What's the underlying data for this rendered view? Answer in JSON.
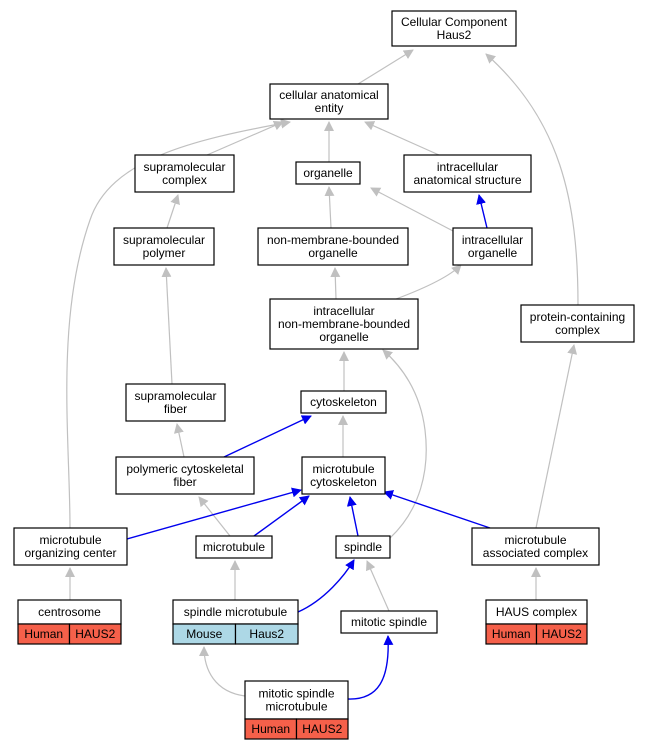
{
  "colors": {
    "edge_gray": "#c0c0c0",
    "edge_blue": "#0000ee",
    "human": "#f5604a",
    "mouse": "#add8e6"
  },
  "nodes": {
    "root": {
      "lines": [
        "Cellular Component",
        "Haus2"
      ]
    },
    "cae": {
      "lines": [
        "cellular anatomical",
        "entity"
      ]
    },
    "supcomplex": {
      "lines": [
        "supramolecular",
        "complex"
      ]
    },
    "organelle": {
      "lines": [
        "organelle"
      ]
    },
    "ias": {
      "lines": [
        "intracellular",
        "anatomical structure"
      ]
    },
    "suppolymer": {
      "lines": [
        "supramolecular",
        "polymer"
      ]
    },
    "nmbo": {
      "lines": [
        "non-membrane-bounded",
        "organelle"
      ]
    },
    "intorg": {
      "lines": [
        "intracellular",
        "organelle"
      ]
    },
    "inmbo": {
      "lines": [
        "intracellular",
        "non-membrane-bounded",
        "organelle"
      ]
    },
    "pcc": {
      "lines": [
        "protein-containing",
        "complex"
      ]
    },
    "supfiber": {
      "lines": [
        "supramolecular",
        "fiber"
      ]
    },
    "cyto": {
      "lines": [
        "cytoskeleton"
      ]
    },
    "pcf": {
      "lines": [
        "polymeric cytoskeletal",
        "fiber"
      ]
    },
    "mtcyto": {
      "lines": [
        "microtubule",
        "cytoskeleton"
      ]
    },
    "mtoc": {
      "lines": [
        "microtubule",
        "organizing center"
      ]
    },
    "mt": {
      "lines": [
        "microtubule"
      ]
    },
    "spindle": {
      "lines": [
        "spindle"
      ]
    },
    "mac": {
      "lines": [
        "microtubule",
        "associated complex"
      ]
    },
    "centrosome": {
      "lines": [
        "centrosome"
      ],
      "annotation": [
        "Human",
        "HAUS2"
      ]
    },
    "spindlemt": {
      "lines": [
        "spindle microtubule"
      ],
      "annotation": [
        "Mouse",
        "Haus2"
      ]
    },
    "mitspindle": {
      "lines": [
        "mitotic spindle"
      ]
    },
    "haus": {
      "lines": [
        "HAUS complex"
      ],
      "annotation": [
        "Human",
        "HAUS2"
      ]
    },
    "msmt": {
      "lines": [
        "mitotic spindle",
        "microtubule"
      ],
      "annotation": [
        "Human",
        "HAUS2"
      ]
    }
  },
  "edges": [
    {
      "from": "cae",
      "to": "root",
      "color": "gray"
    },
    {
      "from": "pcc",
      "to": "root",
      "color": "gray"
    },
    {
      "from": "supcomplex",
      "to": "cae",
      "color": "gray"
    },
    {
      "from": "organelle",
      "to": "cae",
      "color": "gray"
    },
    {
      "from": "ias",
      "to": "cae",
      "color": "gray"
    },
    {
      "from": "mtoc",
      "to": "cae",
      "color": "gray"
    },
    {
      "from": "suppolymer",
      "to": "supcomplex",
      "color": "gray"
    },
    {
      "from": "nmbo",
      "to": "organelle",
      "color": "gray"
    },
    {
      "from": "intorg",
      "to": "organelle",
      "color": "gray"
    },
    {
      "from": "intorg",
      "to": "ias",
      "color": "blue"
    },
    {
      "from": "inmbo",
      "to": "nmbo",
      "color": "gray"
    },
    {
      "from": "inmbo",
      "to": "intorg",
      "color": "gray"
    },
    {
      "from": "supfiber",
      "to": "suppolymer",
      "color": "gray"
    },
    {
      "from": "cyto",
      "to": "inmbo",
      "color": "gray"
    },
    {
      "from": "spindle",
      "to": "inmbo",
      "color": "gray"
    },
    {
      "from": "pcf",
      "to": "supfiber",
      "color": "gray"
    },
    {
      "from": "pcf",
      "to": "cyto",
      "color": "blue"
    },
    {
      "from": "mtcyto",
      "to": "cyto",
      "color": "gray"
    },
    {
      "from": "mt",
      "to": "pcf",
      "color": "gray"
    },
    {
      "from": "mtoc",
      "to": "mtcyto",
      "color": "blue"
    },
    {
      "from": "mt",
      "to": "mtcyto",
      "color": "blue"
    },
    {
      "from": "spindle",
      "to": "mtcyto",
      "color": "blue"
    },
    {
      "from": "mac",
      "to": "mtcyto",
      "color": "blue"
    },
    {
      "from": "mac",
      "to": "pcc",
      "color": "gray"
    },
    {
      "from": "centrosome",
      "to": "mtoc",
      "color": "gray"
    },
    {
      "from": "spindlemt",
      "to": "mt",
      "color": "gray"
    },
    {
      "from": "spindlemt",
      "to": "spindle",
      "color": "blue"
    },
    {
      "from": "mitspindle",
      "to": "spindle",
      "color": "gray"
    },
    {
      "from": "haus",
      "to": "mac",
      "color": "gray"
    },
    {
      "from": "msmt",
      "to": "spindlemt",
      "color": "gray"
    },
    {
      "from": "msmt",
      "to": "mitspindle",
      "color": "blue"
    }
  ]
}
